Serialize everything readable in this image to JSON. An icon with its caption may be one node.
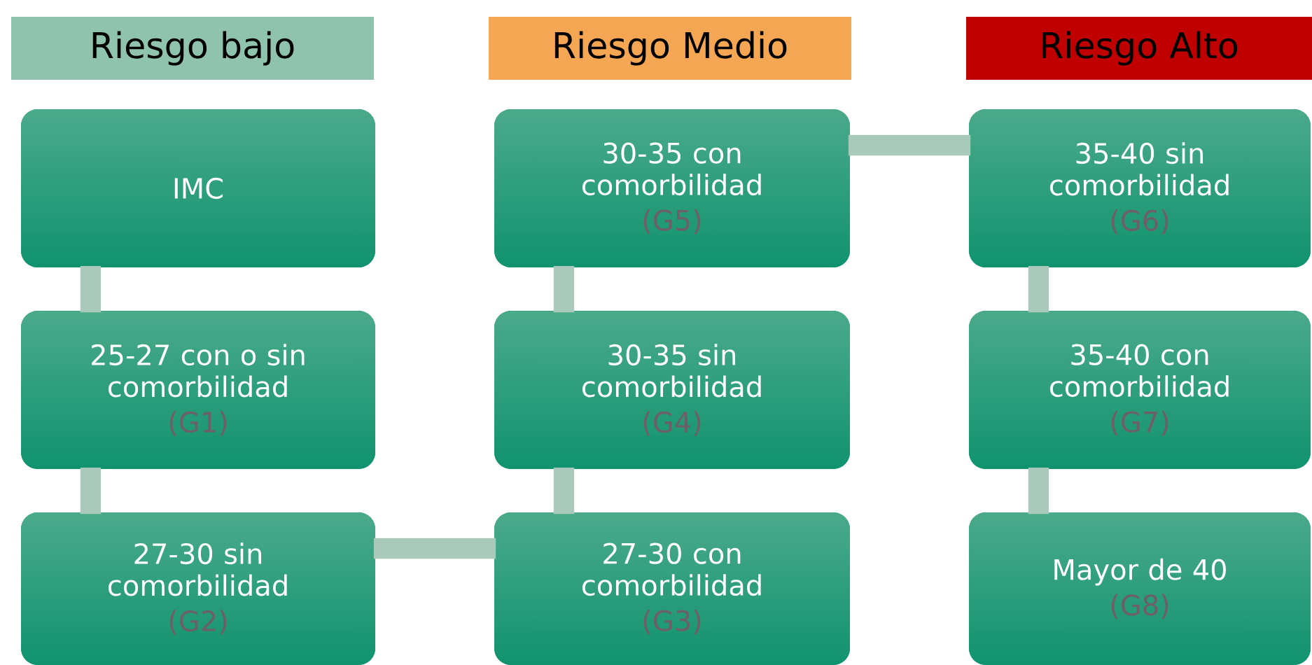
{
  "diagram": {
    "nodes": [
      {
        "text": [
          "Riesgo bajo"
        ]
      },
      {
        "text": [
          "Riesgo Medio"
        ]
      },
      {
        "text": [
          "Riesgo Alto"
        ]
      },
      {
        "text": [
          "IMC"
        ]
      },
      {
        "text": [
          "25-27 con o sin comorbilidad",
          "(G1)"
        ]
      },
      {
        "text": [
          "27-30 sin comorbilidad",
          "(G2)"
        ]
      },
      {
        "text": [
          "27-30 con comorbilidad",
          "(G3)"
        ]
      },
      {
        "text": [
          "30-35 sin comorbilidad",
          "(G4)"
        ]
      },
      {
        "text": [
          "30-35 con comorbilidad",
          "(G5)"
        ]
      },
      {
        "text": [
          "35-40 sin comorbilidad",
          "(G6)"
        ]
      },
      {
        "text": [
          "35-40 con comorbilidad",
          "(G7)"
        ]
      },
      {
        "text": [
          "Mayor de 40",
          "(G8)"
        ]
      }
    ],
    "edges": [
      {
        "from": 3,
        "to": 4,
        "arrow": "none"
      },
      {
        "from": 4,
        "to": 5,
        "arrow": "none"
      },
      {
        "from": 5,
        "to": 6,
        "arrow": "none"
      },
      {
        "from": 6,
        "to": 7,
        "arrow": "none"
      },
      {
        "from": 7,
        "to": 8,
        "arrow": "none"
      },
      {
        "from": 8,
        "to": 9,
        "arrow": "none"
      },
      {
        "from": 9,
        "to": 10,
        "arrow": "none"
      },
      {
        "from": 10,
        "to": 11,
        "arrow": "none"
      }
    ]
  }
}
